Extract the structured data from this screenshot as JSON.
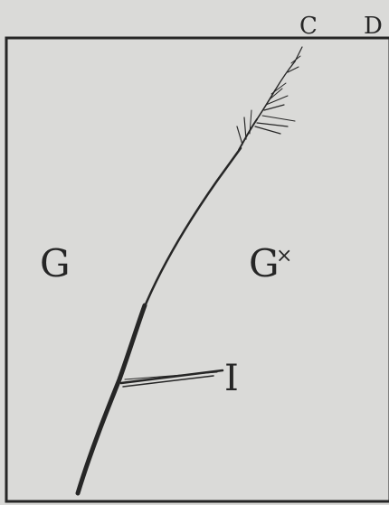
{
  "labels": {
    "top_left": "C",
    "top_right": "D",
    "region_left": "G",
    "region_right_letter": "G",
    "region_right_mark": "×",
    "pointer": "I"
  },
  "colors": {
    "background": "#dadad8",
    "ink": "#262626"
  }
}
